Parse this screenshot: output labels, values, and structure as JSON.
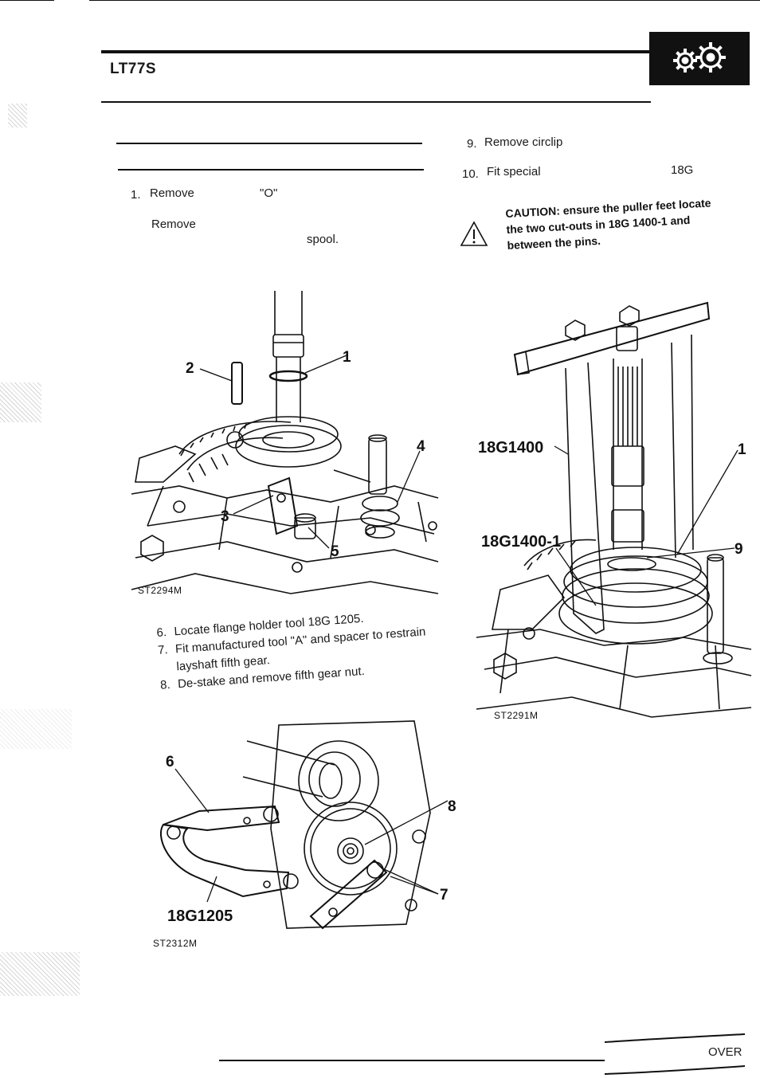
{
  "header": {
    "model": "LT77S",
    "logo_icon": "gears-icon"
  },
  "left_column": {
    "step_1": {
      "num": "1.",
      "word1": "Remove",
      "word2": "\"O\""
    },
    "step_2": {
      "word1": "Remove",
      "word2": "spool."
    },
    "figure_1": {
      "id": "ST2294M",
      "callouts": [
        "1",
        "2",
        "3",
        "4",
        "5"
      ]
    },
    "steps_6_8": [
      {
        "num": "6.",
        "text": "Locate flange holder tool 18G 1205."
      },
      {
        "num": "7.",
        "text": "Fit manufactured tool \"A\" and spacer to restrain"
      },
      {
        "num": "",
        "text": "layshaft fifth gear."
      },
      {
        "num": "8.",
        "text": "De-stake and remove fifth gear nut."
      }
    ],
    "figure_2": {
      "id": "ST2312M",
      "tool": "18G1205",
      "callouts": [
        "6",
        "7",
        "8"
      ]
    }
  },
  "right_column": {
    "step_9": {
      "num": "9.",
      "text": "Remove circlip"
    },
    "step_10": {
      "num": "10.",
      "text": "Fit special",
      "tail": "18G"
    },
    "caution": {
      "icon": "warning-triangle-icon",
      "lines": [
        "CAUTION: ensure the puller feet locate",
        "the two cut-outs in 18G 1400-1 and",
        "between the pins."
      ]
    },
    "figure_3": {
      "id": "ST2291M",
      "tool_a": "18G1400",
      "tool_b": "18G1400-1",
      "callouts": [
        "1",
        "9"
      ]
    }
  },
  "footer": {
    "over": "OVER"
  }
}
